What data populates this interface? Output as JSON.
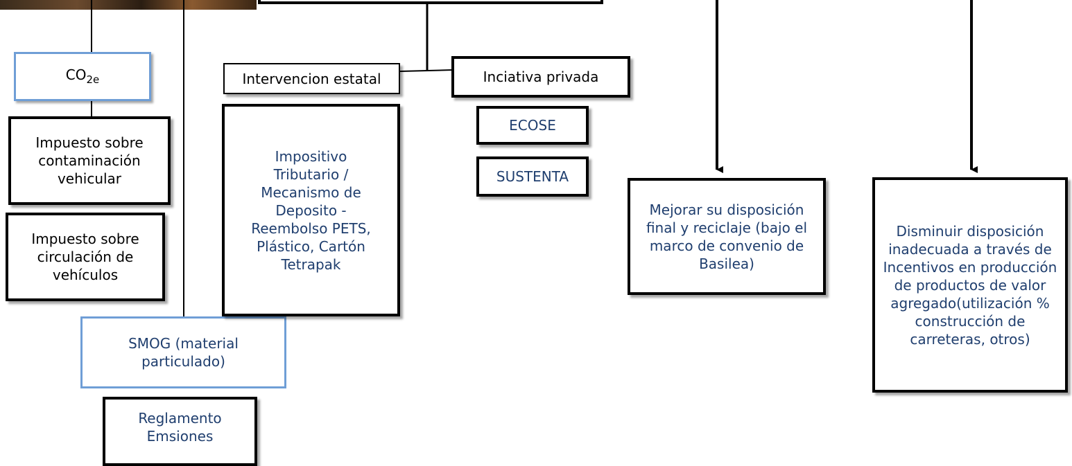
{
  "nodes": {
    "co2e": "CO2e",
    "impuesto_contaminacion": "Impuesto sobre contaminación vehicular",
    "impuesto_circulacion": "Impuesto sobre circulación de vehículos",
    "smog": "SMOG (material particulado)",
    "reglamento": "Reglamento Emsiones",
    "intervencion_estatal": "Intervencion estatal",
    "iniciativa_privada": "Inciativa privada",
    "impositivo": "Impositivo Tributario / Mecanismo de Deposito - Reembolso PETS, Plástico, Cartón Tetrapak",
    "ecose": "ECOSE",
    "sustenta": "SUSTENTA",
    "mejorar": "Mejorar su disposición final y reciclaje (bajo el marco de convenio de Basilea)",
    "disminuir": "Disminuir disposición inadecuada a través de Incentivos en producción de productos de valor agregado(utilización % construcción de carreteras, otros)"
  }
}
